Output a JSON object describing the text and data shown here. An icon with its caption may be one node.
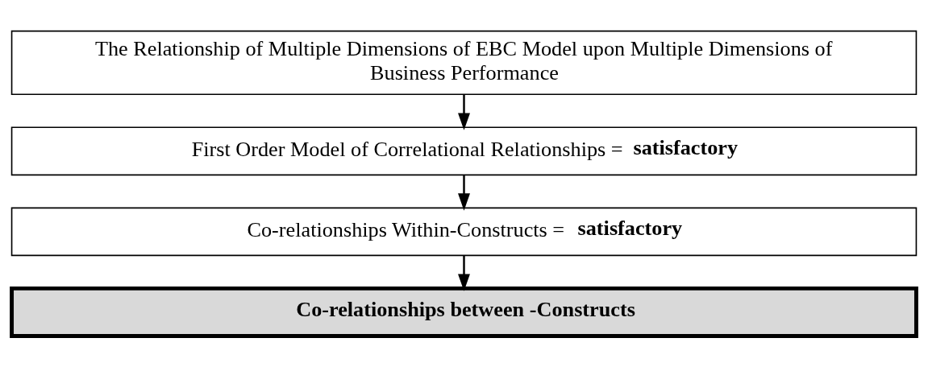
{
  "diagram": {
    "nodes": [
      {
        "text": [
          "The Relationship of Multiple Dimensions of EBC Model upon Multiple Dimensions of Business Performance"
        ]
      },
      {
        "text": [
          "First Order Model of Correlational Relationships = **satisfactory**"
        ]
      },
      {
        "text": [
          "Co-relationships Within-Constructs = **satisfactory**"
        ]
      },
      {
        "text": [
          "Co-relationships between -Constructs"
        ]
      }
    ],
    "edges": [
      {
        "from": 0,
        "to": 1,
        "arrow": "to"
      },
      {
        "from": 1,
        "to": 2,
        "arrow": "to"
      },
      {
        "from": 2,
        "to": 3,
        "arrow": "to"
      }
    ]
  }
}
